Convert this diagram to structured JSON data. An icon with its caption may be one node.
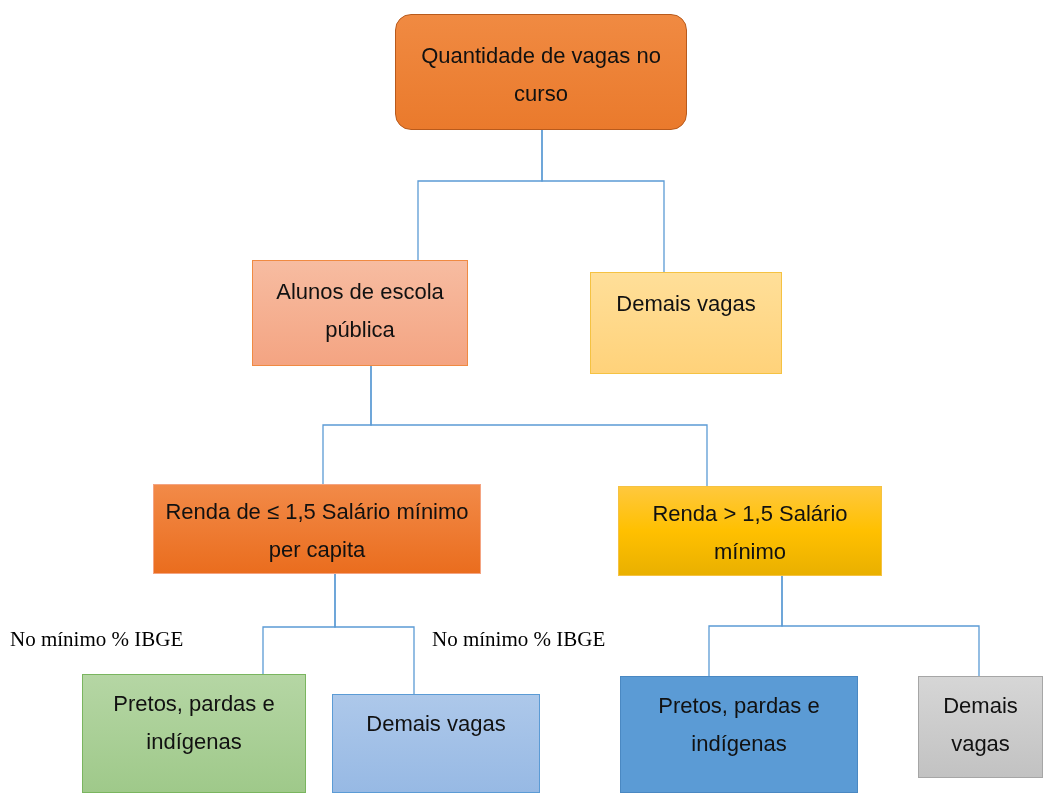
{
  "diagram": {
    "nodes": [
      {
        "text": [
          "Quantidade de vagas no curso"
        ]
      },
      {
        "text": [
          "Alunos de escola pública"
        ]
      },
      {
        "text": [
          "Demais vagas"
        ]
      },
      {
        "text": [
          "Renda de ≤ 1,5 Salário mínimo per capita"
        ]
      },
      {
        "text": [
          "Renda > 1,5 Salário mínimo"
        ]
      },
      {
        "text": [
          "Pretos, pardas e indígenas"
        ]
      },
      {
        "text": [
          "Demais vagas"
        ]
      },
      {
        "text": [
          "Pretos, pardas e indígenas"
        ]
      },
      {
        "text": [
          "Demais vagas"
        ]
      }
    ],
    "edges": [
      {
        "from": 0,
        "to": 1,
        "arrow": "none"
      },
      {
        "from": 0,
        "to": 2,
        "arrow": "none"
      },
      {
        "from": 1,
        "to": 3,
        "arrow": "none"
      },
      {
        "from": 1,
        "to": 4,
        "arrow": "none"
      },
      {
        "from": 3,
        "to": 5,
        "arrow": "none"
      },
      {
        "from": 3,
        "to": 6,
        "arrow": "none"
      },
      {
        "from": 4,
        "to": 7,
        "arrow": "none"
      },
      {
        "from": 4,
        "to": 8,
        "arrow": "none"
      }
    ],
    "labels": [
      "No mínimo % IBGE",
      "No mínimo % IBGE"
    ]
  }
}
